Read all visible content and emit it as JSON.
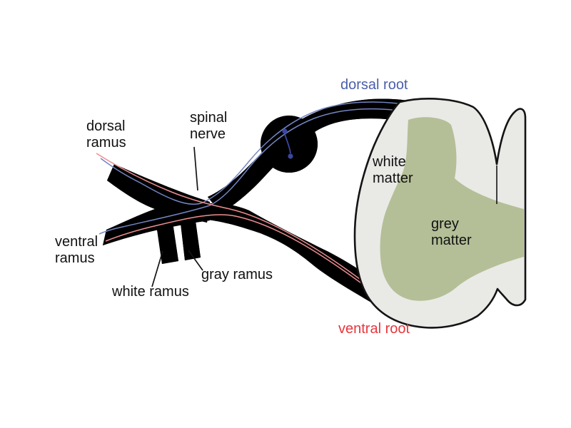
{
  "diagram": {
    "subject": "spinal nerve anatomy",
    "labels": {
      "dorsal_root": {
        "text": "dorsal root"
      },
      "spinal_nerve": {
        "text": "spinal\nnerve"
      },
      "dorsal_ramus": {
        "text": "dorsal\nramus"
      },
      "ventral_ramus": {
        "text": "ventral\nramus"
      },
      "white_ramus": {
        "text": "white ramus"
      },
      "gray_ramus": {
        "text": "gray ramus"
      },
      "white_matter": {
        "text": "white\nmatter"
      },
      "grey_matter": {
        "text": "grey\nmatter"
      },
      "ventral_root": {
        "text": "ventral root"
      }
    },
    "colors": {
      "background": "#ffffff",
      "outline": "#141414",
      "nerve_tube_fill": "#e9eef6",
      "cord_white_matter_fill": "#e9eae6",
      "grey_matter_fill": "#b4bf97",
      "sensory_fiber_blue": "#7485c4",
      "motor_fiber_red": "#ee8e91",
      "dorsal_root_label_blue": "#4a5faa",
      "ventral_root_label_red": "#e8363c",
      "ganglion_neuron": "#3b47a0"
    }
  }
}
